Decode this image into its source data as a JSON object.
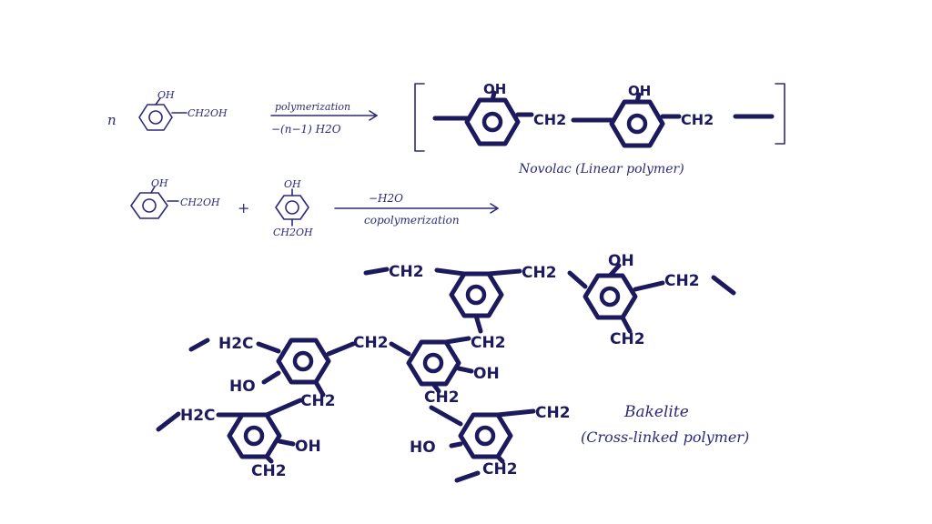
{
  "reaction1": {
    "coefficient": "n",
    "reactant": {
      "oh": "OH",
      "group": "CH2OH"
    },
    "arrow_top": "polymerization",
    "arrow_bottom": "−(n−1) H2O",
    "product": {
      "oh1": "OH",
      "oh2": "OH",
      "ch2_mid": "CH2",
      "ch2_end": "CH2"
    },
    "caption": "Novolac (Linear polymer)"
  },
  "reaction2": {
    "reactant1": {
      "oh": "OH",
      "group": "CH2OH"
    },
    "plus": "+",
    "reactant2": {
      "oh": "OH",
      "group": "CH2OH"
    },
    "arrow_top": "−H2O",
    "arrow_bottom": "copolymerization"
  },
  "bakelite": {
    "labels": {
      "ch2_top_left": "CH2",
      "ch2_top_mid": "CH2",
      "oh_top_right": "OH",
      "ch2_top_right": "CH2",
      "ch2_ring_bottom": "CH2",
      "h2c_left": "H2C",
      "ch2_bridge": "CH2",
      "ch2_center": "CH2",
      "ho_left": "HO",
      "oh_center": "OH",
      "ch2_left_low": "CH2",
      "ch2_center_low": "CH2",
      "h2c_bottom_left": "H2C",
      "oh_bottom_left": "OH",
      "ch2_bottom_left": "CH2",
      "ch2_bottom_right": "CH2",
      "ho_bottom_right": "HO",
      "ch2_bottom_right_low": "CH2"
    },
    "caption_line1": "Bakelite",
    "caption_line2": "(Cross-linked polymer)"
  },
  "colors": {
    "ink": "#2c2a78",
    "bold_ink": "#1c1a5c",
    "background": "#ffffff"
  }
}
